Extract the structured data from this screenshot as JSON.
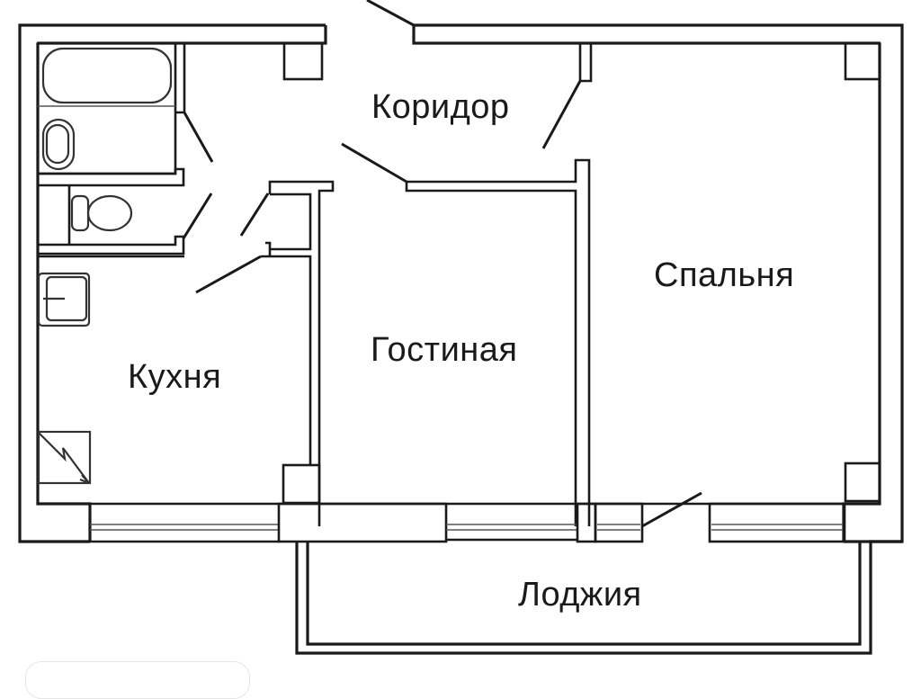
{
  "plan": {
    "rooms": [
      {
        "id": "corridor",
        "label": "Коридор"
      },
      {
        "id": "bedroom",
        "label": "Спальня"
      },
      {
        "id": "living",
        "label": "Гостиная"
      },
      {
        "id": "kitchen",
        "label": "Кухня"
      },
      {
        "id": "loggia",
        "label": "Лоджия"
      }
    ],
    "fixtures": [
      "bathtub",
      "washbasin",
      "toilet",
      "kitchen-sink",
      "stove"
    ],
    "colors": {
      "line": "#1a1a1a",
      "background": "#ffffff"
    }
  }
}
